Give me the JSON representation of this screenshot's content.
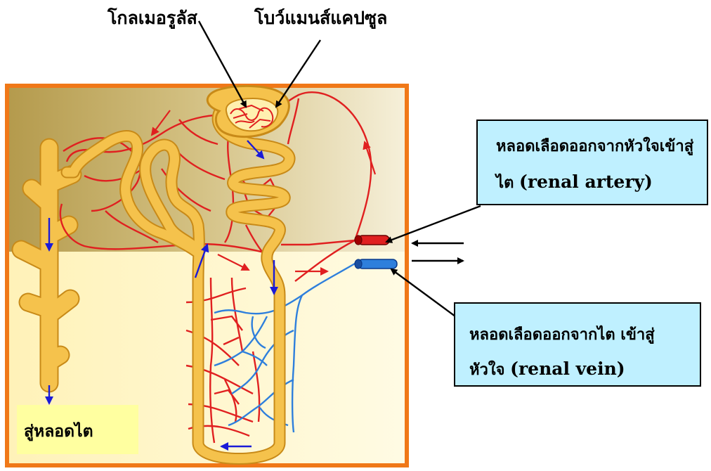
{
  "labels": {
    "glomerulus": "โกลเมอรูลัส",
    "bowmans_capsule": "โบว์แมนส์แคปซูล",
    "outlet": "สู่หลอดไต"
  },
  "artery_callout": {
    "line1": "หลอดเลือดออกจากหัวใจเข้าสู่",
    "line2_thai": "ไต",
    "line2_english": "(renal  artery)"
  },
  "vein_callout": {
    "line1": "หลอดเลือดออกจากไต เข้าสู่",
    "line2_thai": "หัวใจ",
    "line2_english": "(renal  vein)"
  },
  "colors": {
    "frame": "#f07818",
    "cortex": "#c9b36a",
    "medulla": "#fff8c8",
    "tubule": "#f5c24c",
    "artery": "#e02020",
    "vein": "#2e7fdc",
    "flow_arrow": "#1a1ad8",
    "callout_fill": "#bff0ff"
  }
}
